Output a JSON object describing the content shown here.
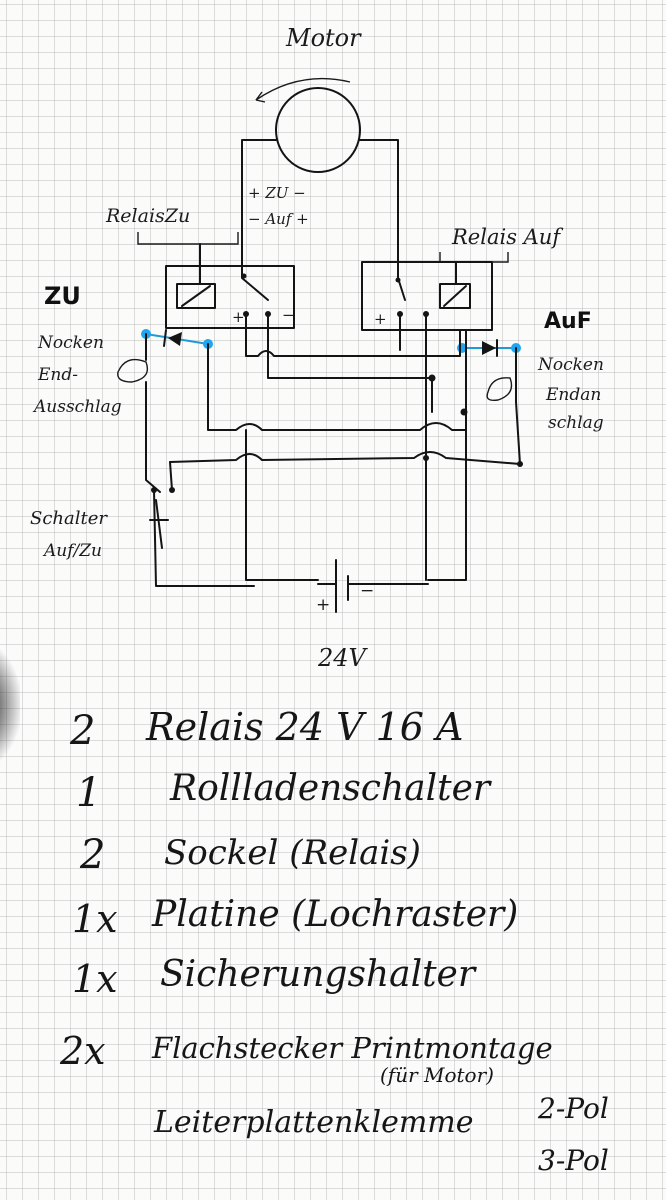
{
  "diagram": {
    "motor_label": "Motor",
    "motor_polarity_top": "+  ZU  −",
    "motor_polarity_bottom": "−  Auf  +",
    "relay_zu_label": "RelaisZu",
    "relay_auf_label": "Relais Auf",
    "zu_heading": "ZU",
    "auf_heading": "AuF",
    "left_cam_label": [
      "Nocken",
      "End-",
      "Ausschlag"
    ],
    "right_cam_label": [
      "Nocken",
      "Endan",
      "schlag"
    ],
    "switch_label": [
      "Schalter",
      "Auf/Zu"
    ],
    "battery_plus": "+",
    "battery_minus": "−",
    "battery_voltage": "24V",
    "contact_plus": "+",
    "contact_minus": "−"
  },
  "parts_list": [
    {
      "qty": "2",
      "item": "Relais  24 V 16 A"
    },
    {
      "qty": "1",
      "item": "Rollladenschalter"
    },
    {
      "qty": "2",
      "item": "Sockel (Relais)"
    },
    {
      "qty": "1x",
      "item": "Platine (Lochraster)"
    },
    {
      "qty": "1x",
      "item": "Sicherungshalter"
    },
    {
      "qty": "2x",
      "item": "Flachstecker Printmontage"
    },
    {
      "qty": "",
      "item": "(für Motor)"
    },
    {
      "qty": "",
      "item": "Leiterplattenklemme"
    },
    {
      "qty": "",
      "item": "2-Pol"
    },
    {
      "qty": "",
      "item": "3-Pol"
    }
  ],
  "colors": {
    "ink": "#141414",
    "diode_accent": "#1ea7ee",
    "paper": "#fbfbfa"
  }
}
